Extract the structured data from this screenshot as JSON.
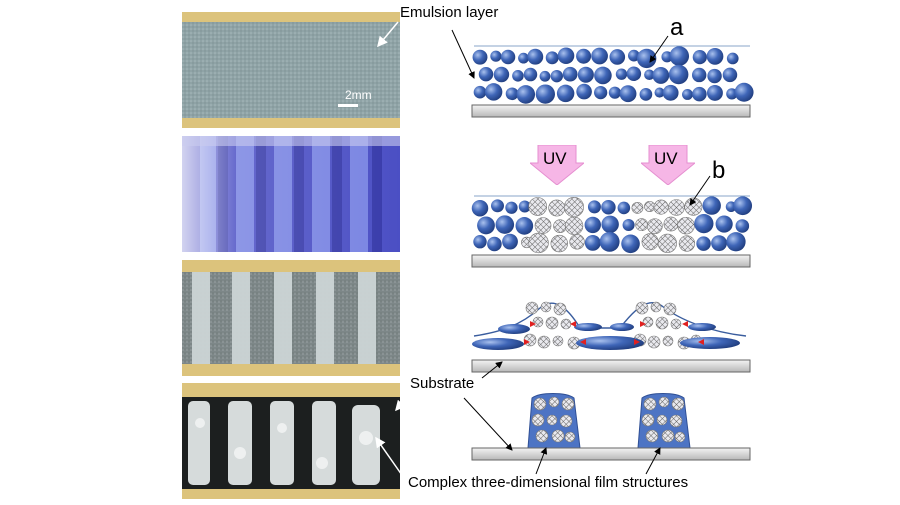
{
  "labels": {
    "emulsion_layer": "Emulsion layer",
    "scale_bar": "2mm",
    "label_a": "a",
    "label_b": "b",
    "uv_1": "UV",
    "uv_2": "UV",
    "substrate": "Substrate",
    "film_structures": "Complex three-dimensional film structures"
  },
  "colors": {
    "droplet_blue": "#3f66b8",
    "uv_pink": "#f6b6e6",
    "substrate_gray": "#d9d9d9",
    "frame_tan": "#dcc37c",
    "pattern_purple": "#5a62d8"
  }
}
